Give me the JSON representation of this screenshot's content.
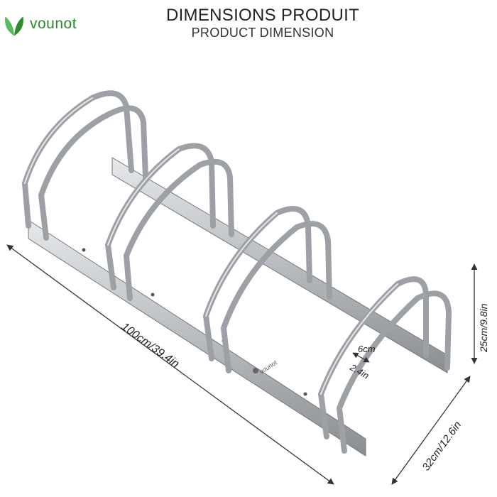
{
  "brand": {
    "name": "vounot",
    "logo_icon": "leaf-logo-icon",
    "color": "#2a8a2a"
  },
  "header": {
    "title_fr": "DIMENSIONS PRODUIT",
    "title_en": "PRODUCT DIMENSION"
  },
  "dimensions": {
    "length": "100cm/39.4in",
    "height": "25cm/9.8in",
    "depth": "32cm/12.6in",
    "gap_cm": "6cm",
    "gap_in": "2.4in"
  },
  "product": {
    "name": "bike-rack",
    "slots": 4,
    "frame_mark": "vounot",
    "metal_color": "#b8bcc0"
  }
}
